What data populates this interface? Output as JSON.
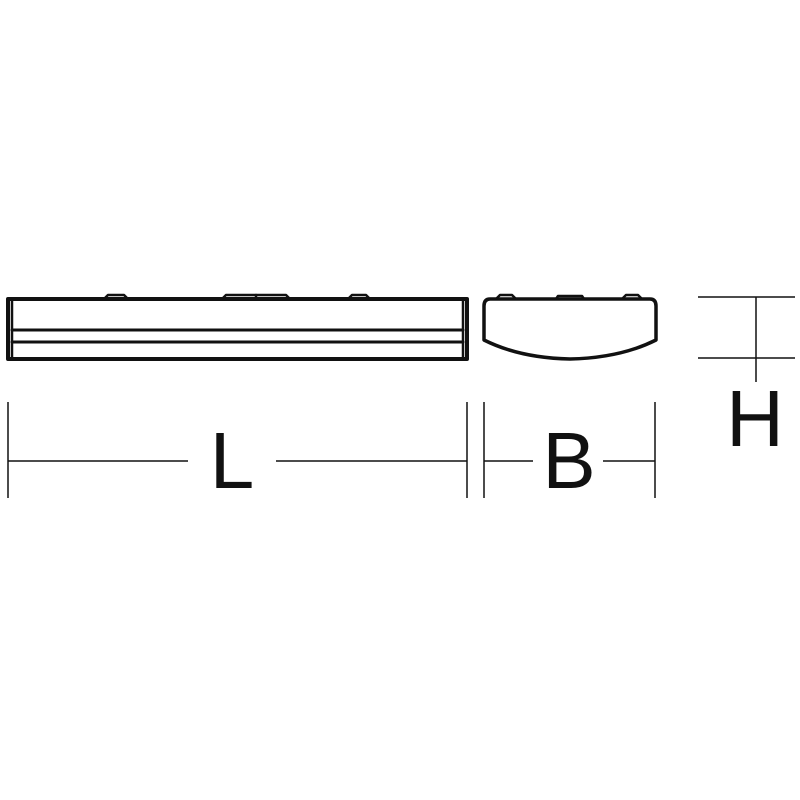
{
  "diagram": {
    "stroke_color": "#111111",
    "background_color": "#ffffff",
    "views": [
      {
        "name": "side-view",
        "label": ""
      },
      {
        "name": "end-view",
        "label": ""
      }
    ],
    "dimensions": {
      "length_label": "L",
      "width_label": "B",
      "height_label": "H"
    }
  }
}
